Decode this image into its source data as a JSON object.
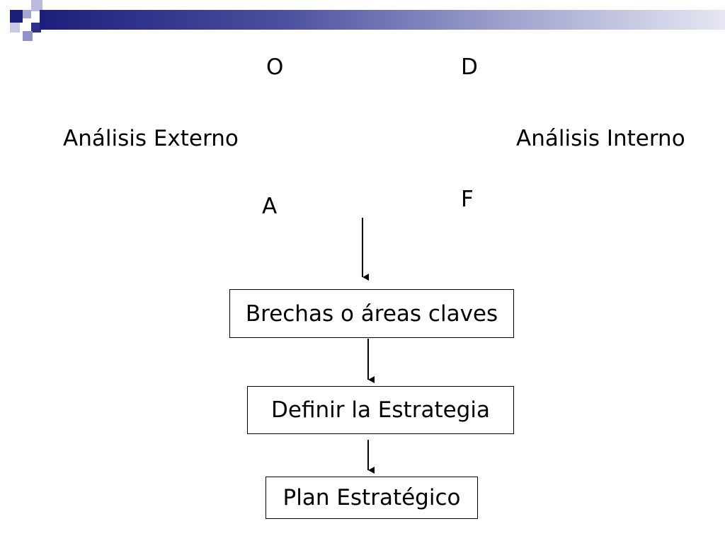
{
  "diagram": {
    "letters": {
      "o": "O",
      "d": "D",
      "a": "A",
      "f": "F"
    },
    "external_analysis": "Análisis Externo",
    "internal_analysis": "Análisis Interno",
    "steps": [
      "Brechas o áreas claves",
      "Definir la Estrategia",
      "Plan Estratégico"
    ]
  },
  "colors": {
    "header_dark": "#1c1f7a",
    "header_light": "#a3a6cf"
  }
}
